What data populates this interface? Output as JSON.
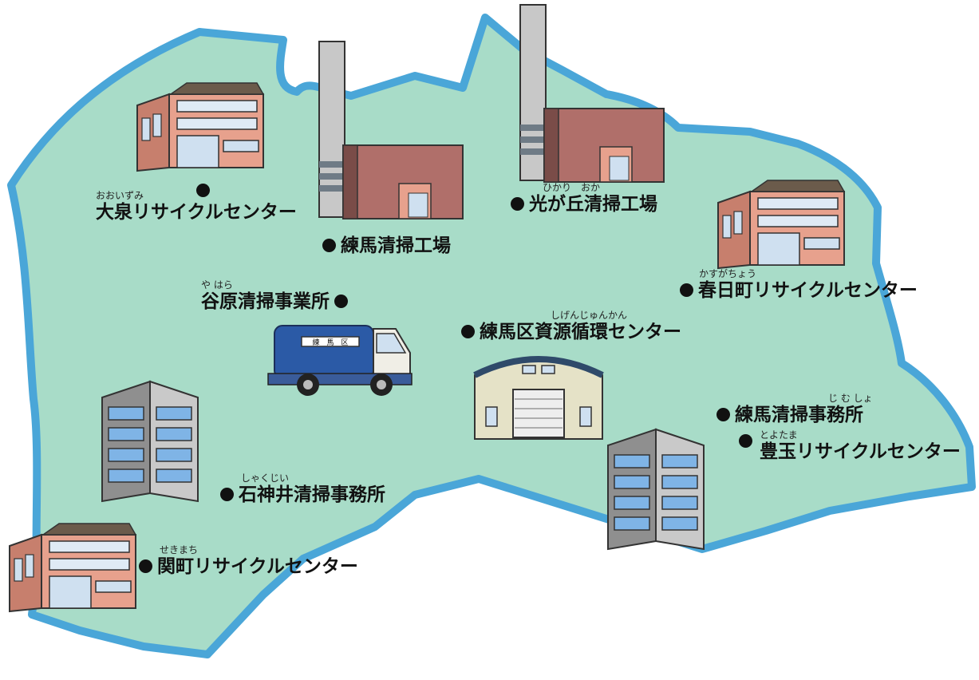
{
  "facilities": {
    "oizumi": {
      "ruby": "おおいずみ",
      "name": "大泉リサイクルセンター"
    },
    "nerima_plant": {
      "name": "練馬清掃工場"
    },
    "hikarigaoka": {
      "ruby": "ひかり　おか",
      "name": "光が丘清掃工場"
    },
    "kasugacho": {
      "ruby": "かすがちょう",
      "name": "春日町リサイクルセンター"
    },
    "yahara": {
      "ruby": "や はら",
      "name": "谷原清掃事業所"
    },
    "shigen": {
      "ruby": "しげんじゅんかん",
      "name": "練馬区資源循環センター"
    },
    "jimusho": {
      "ruby": "じ む しょ",
      "name": "練馬清掃事務所"
    },
    "toyotama": {
      "ruby": "とよたま",
      "name": "豊玉リサイクルセンター"
    },
    "shakujii": {
      "ruby": "しゃくじい",
      "name": "石神井清掃事務所"
    },
    "sekimachi": {
      "ruby": "せきまち",
      "name": "関町リサイクルセンター"
    }
  },
  "truck": {
    "door_text": "練　馬　区"
  },
  "colors": {
    "land": "#a8dcc8",
    "border": "#4aa6d8",
    "factory": "#b06f6a",
    "blue_truck": "#2b5aa6"
  }
}
